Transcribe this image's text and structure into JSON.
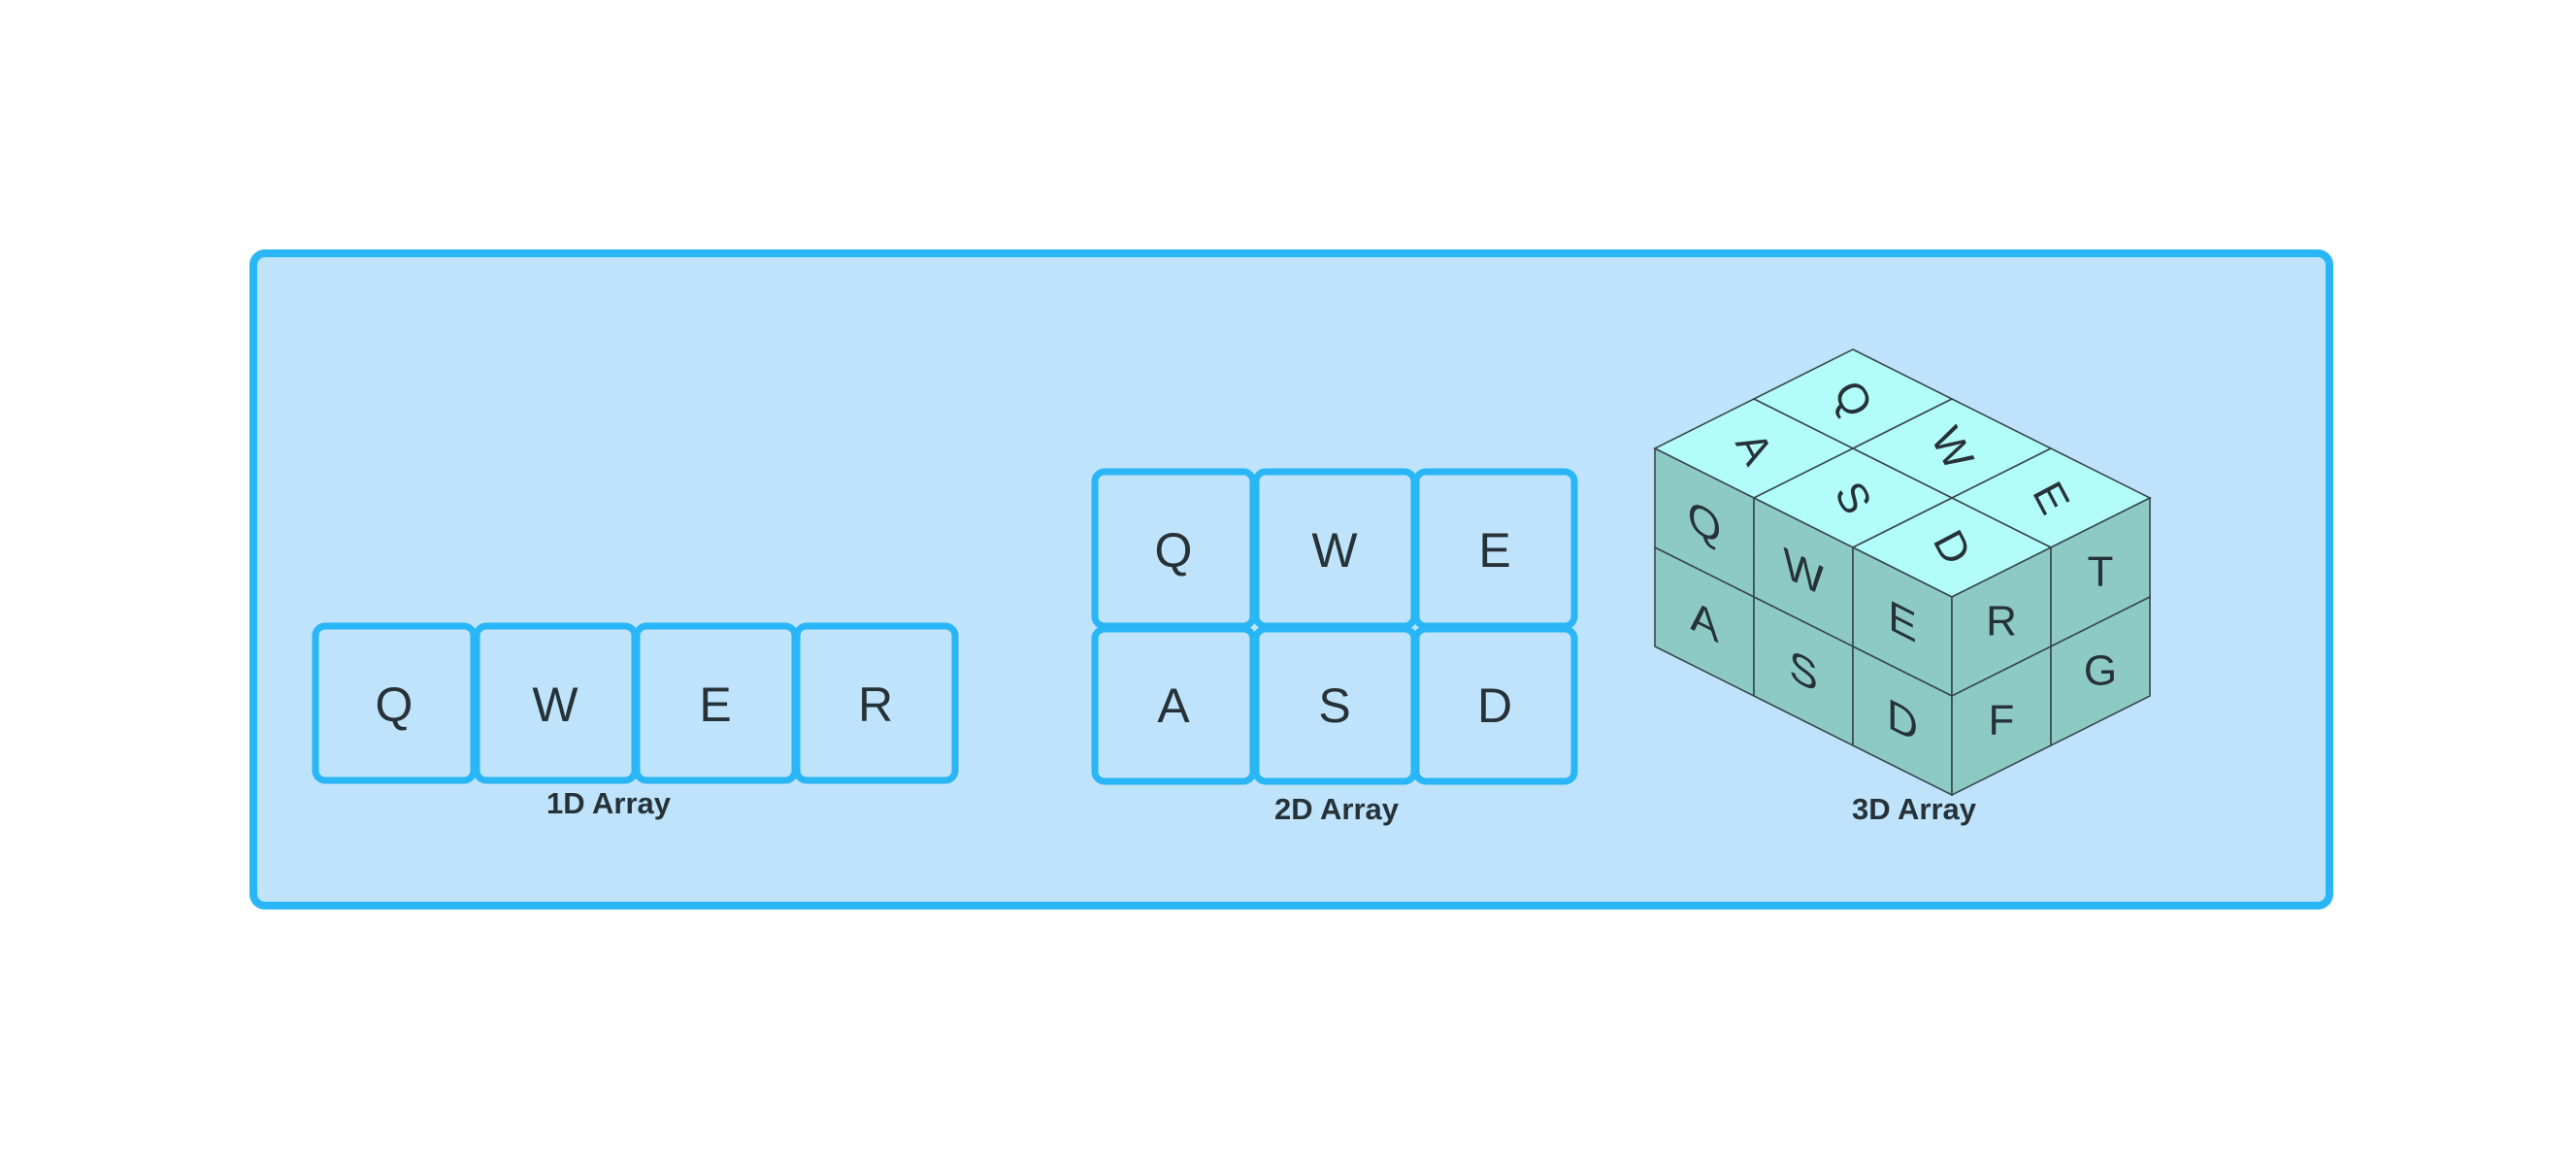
{
  "colors": {
    "panel_fill": "#bee3fb",
    "panel_stroke": "#29b6f6",
    "cell_stroke": "#29b6f6",
    "cube_top": "#b2fcf9",
    "cube_side": "#8dcac4",
    "text": "#263238"
  },
  "array_1d": {
    "caption": "1D Array",
    "cells": [
      "Q",
      "W",
      "E",
      "R"
    ]
  },
  "array_2d": {
    "caption": "2D Array",
    "rows": [
      [
        "Q",
        "W",
        "E"
      ],
      [
        "A",
        "S",
        "D"
      ]
    ]
  },
  "array_3d": {
    "caption": "3D Array",
    "top_back_row": [
      "Q",
      "W",
      "E"
    ],
    "top_front_row": [
      "A",
      "S",
      "D"
    ],
    "front_top_row": [
      "Q",
      "W",
      "E"
    ],
    "front_bottom_row": [
      "A",
      "S",
      "D"
    ],
    "side_top_row": [
      "R",
      "T"
    ],
    "side_bottom_row": [
      "F",
      "G"
    ]
  }
}
